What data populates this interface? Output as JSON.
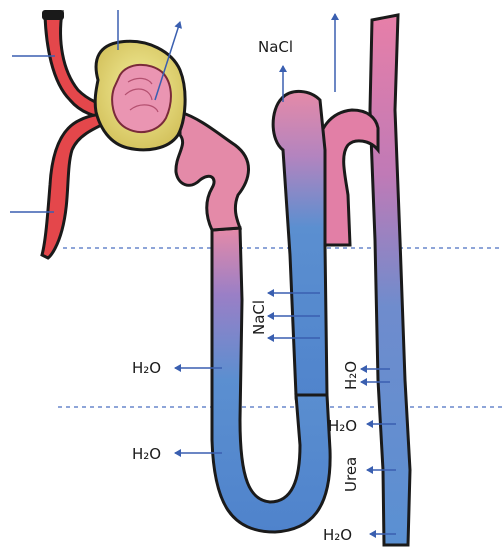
{
  "labels": {
    "nacl_top": "NaCl",
    "nacl_ascending": "NaCl",
    "h2o_descending_upper": "H₂O",
    "h2o_descending_lower": "H₂O",
    "h2o_collecting_upper": "H₂O",
    "h2o_collecting_middle": "H₂O",
    "h2o_collecting_bottom": "H₂O",
    "urea_collecting": "Urea"
  },
  "colors": {
    "arrow": "#3a5fb0",
    "zone_line": "#4a6fc0",
    "tubule_pink": "#e58aa8",
    "tubule_blue": "#5b8fd0",
    "arteriole_red": "#e4474b",
    "capsule_yellow": "#e6e086"
  }
}
